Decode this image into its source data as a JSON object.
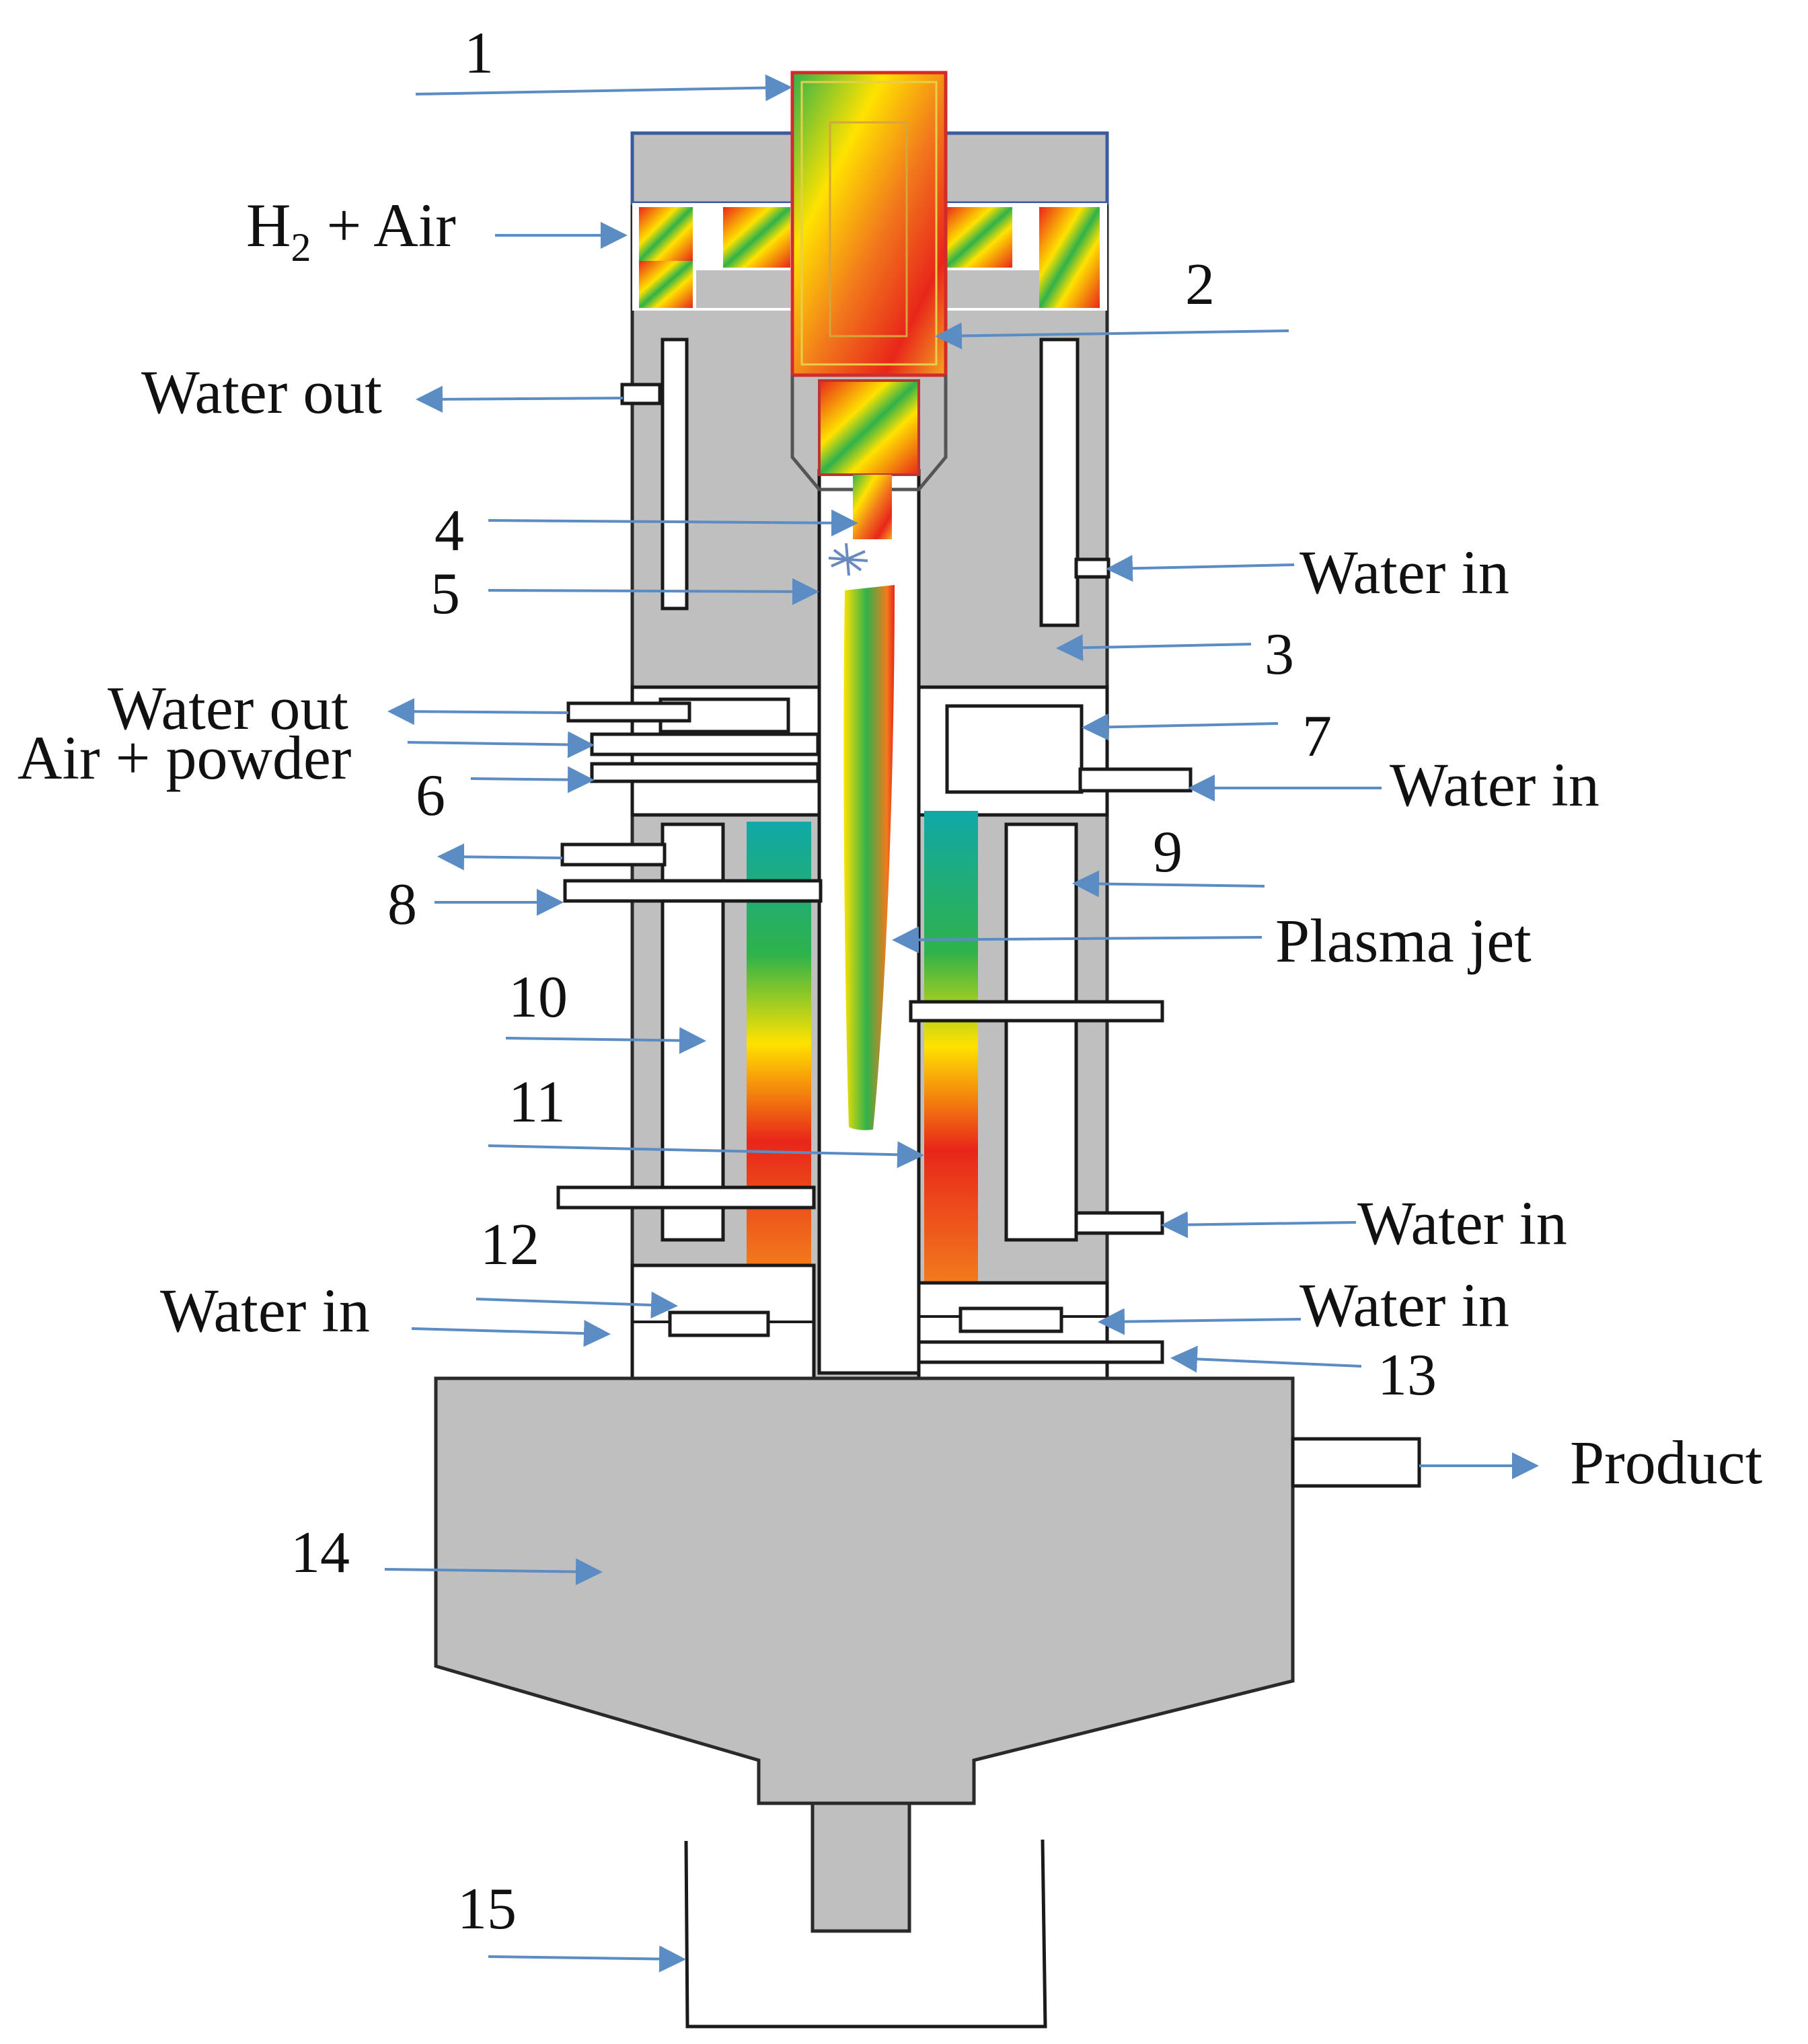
{
  "diagram": {
    "parts": {
      "p1": "1",
      "p2": "2",
      "p3": "3",
      "p4": "4",
      "p5": "5",
      "p6": "6",
      "p7": "7",
      "p8": "8",
      "p9": "9",
      "p10": "10",
      "p11": "11",
      "p12": "12",
      "p13": "13",
      "p14": "14",
      "p15": "15"
    },
    "flows": {
      "h2_air": "H",
      "h2_sub": "2",
      "h2_rest": " + Air",
      "water_out_top": "Water out",
      "water_in_upper_right": "Water in",
      "water_out_mid": "Water out",
      "air_powder": "Air + powder",
      "water_in_mid_right": "Water in",
      "plasma_jet": "Plasma jet",
      "water_in_lower_right": "Water in",
      "water_in_bottom_left": "Water in",
      "water_in_bottom_right": "Water in",
      "product": "Product"
    },
    "colors": {
      "body_gray": "#bfbfbf",
      "arrow_blue": "#5b8cc4",
      "hot_red": "#e8261a",
      "hot_orange": "#f27a1c",
      "yellow": "#ffe200",
      "green": "#2fb24a",
      "teal": "#10a8a8"
    }
  }
}
